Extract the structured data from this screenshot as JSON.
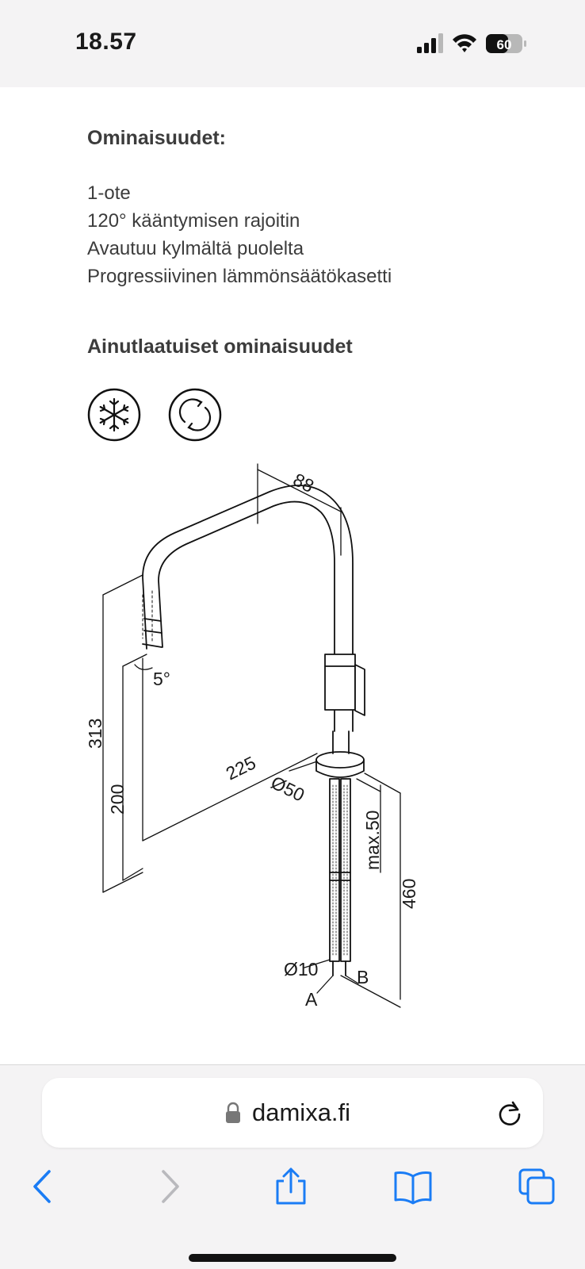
{
  "status_bar": {
    "time": "18.57",
    "battery": "60"
  },
  "content": {
    "features_heading": "Ominaisuudet:",
    "features": [
      "1-ote",
      "120° kääntymisen rajoitin",
      "Avautuu kylmältä puolelta",
      "Progressiivinen lämmönsäätökasetti"
    ],
    "unique_heading": "Ainutlaatuiset ominaisuudet",
    "unique_icons": [
      "snowflake-icon",
      "rotation-icon"
    ],
    "diagram_labels": {
      "width": "88",
      "angle": "5°",
      "total_height": "313",
      "spout_height": "200",
      "reach": "225",
      "base_diameter": "Ø50",
      "max_thickness": "max.50",
      "hose_length": "460",
      "hose_diameter": "Ø10",
      "hose_a": "A",
      "hose_b": "B"
    }
  },
  "browser": {
    "url": "damixa.fi",
    "accent_color": "#1a7cf5"
  }
}
